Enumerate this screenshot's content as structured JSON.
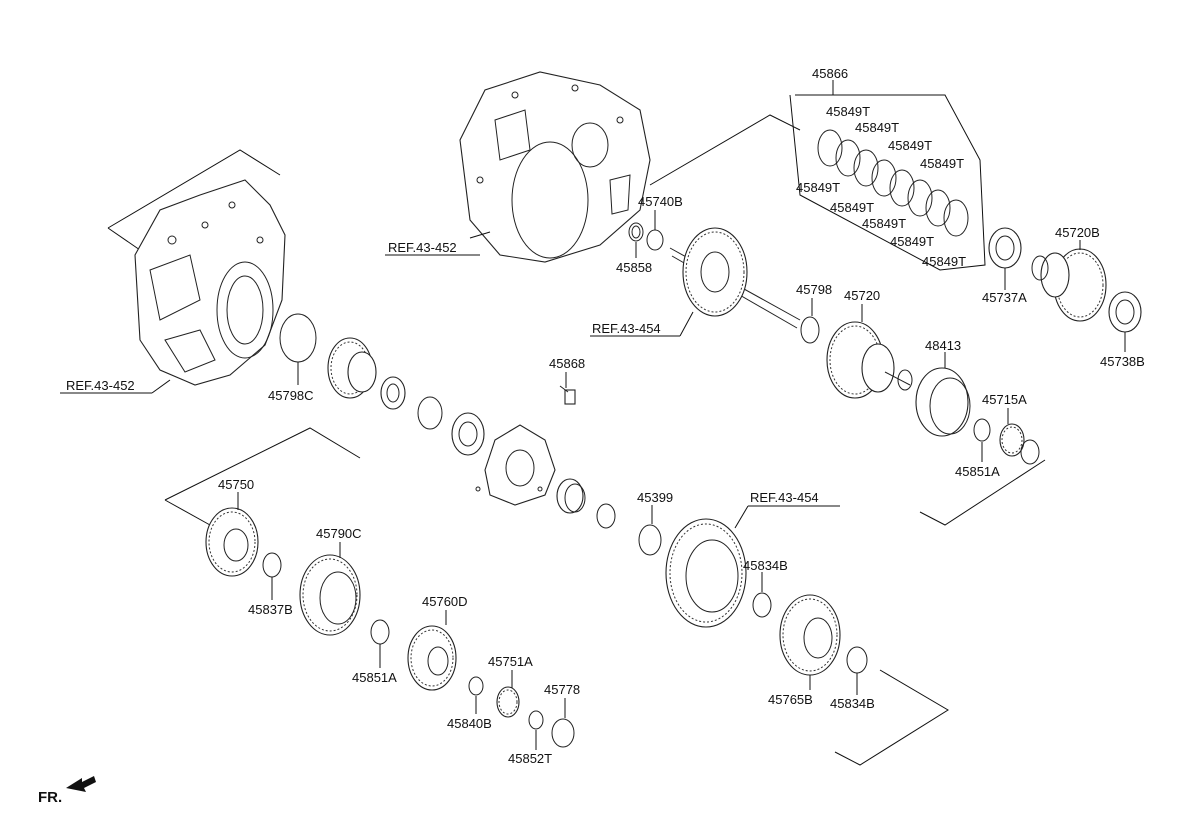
{
  "labels": {
    "p45866": "45866",
    "p45849T_1": "45849T",
    "p45849T_2": "45849T",
    "p45849T_3": "45849T",
    "p45849T_4": "45849T",
    "p45849T_5": "45849T",
    "p45849T_6": "45849T",
    "p45849T_7": "45849T",
    "p45849T_8": "45849T",
    "p45849T_9": "45849T",
    "p45740B": "45740B",
    "p45858": "45858",
    "ref_43_452_top": "REF.43-452",
    "ref_43_454_top": "REF.43-454",
    "p45798": "45798",
    "p45720": "45720",
    "p45720B": "45720B",
    "p45737A": "45737A",
    "p45738B": "45738B",
    "p48413": "48413",
    "p45715A": "45715A",
    "p45851A_right": "45851A",
    "ref_43_452_left": "REF.43-452",
    "p45798C": "45798C",
    "p45868": "45868",
    "p45750": "45750",
    "p45790C": "45790C",
    "p45837B": "45837B",
    "p45399": "45399",
    "ref_43_454_mid": "REF.43-454",
    "p45834B_1": "45834B",
    "p45760D": "45760D",
    "p45851A_left": "45851A",
    "p45751A": "45751A",
    "p45778": "45778",
    "p45840B": "45840B",
    "p45852T": "45852T",
    "p45765B": "45765B",
    "p45834B_2": "45834B",
    "front": "FR."
  }
}
